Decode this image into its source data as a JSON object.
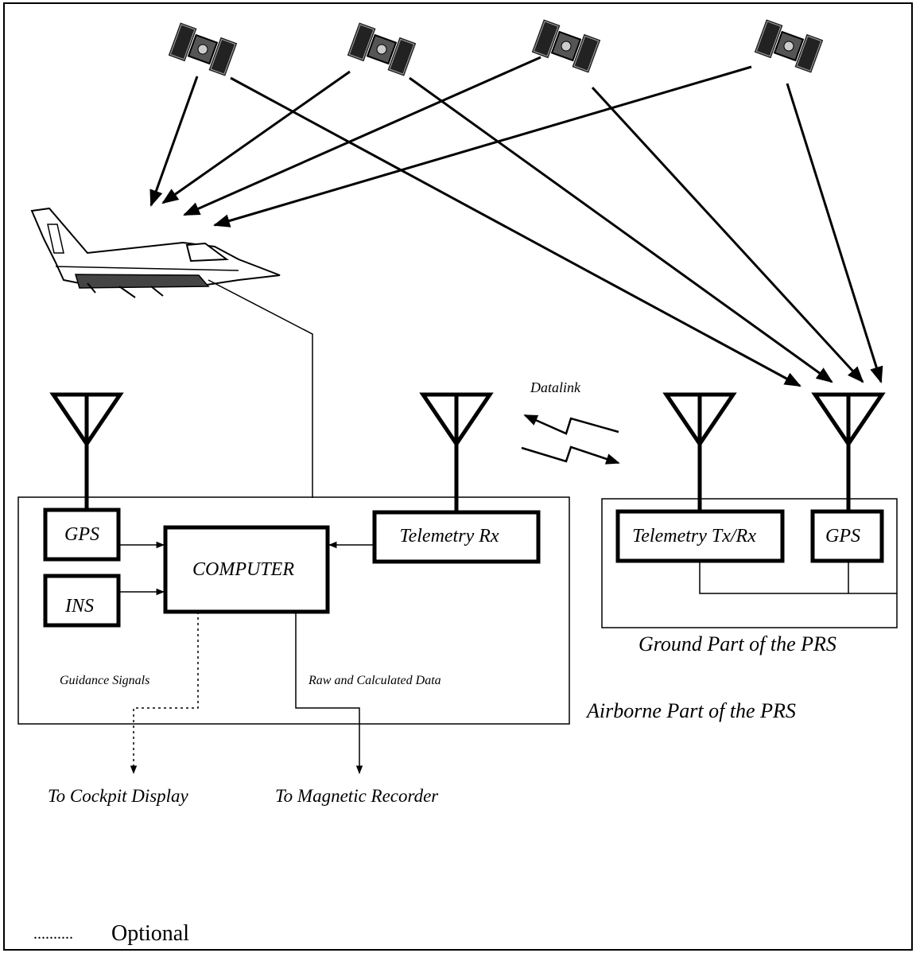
{
  "labels": {
    "gps_air": "GPS",
    "ins": "INS",
    "computer": "COMPUTER",
    "telemetry_rx": "Telemetry Rx",
    "telemetry_txrx": "Telemetry Tx/Rx",
    "gps_ground": "GPS",
    "datalink": "Datalink",
    "guidance_signals": "Guidance Signals",
    "raw_data": "Raw and Calculated Data",
    "airborne_caption": "Airborne Part of the PRS",
    "ground_caption": "Ground Part of the PRS",
    "to_cockpit": "To Cockpit Display",
    "to_recorder": "To Magnetic Recorder"
  },
  "legend": {
    "dots": "..........",
    "optional": "Optional"
  },
  "icons": {
    "satellite": "satellite-icon",
    "aircraft": "aircraft-icon",
    "antenna": "antenna-icon"
  }
}
